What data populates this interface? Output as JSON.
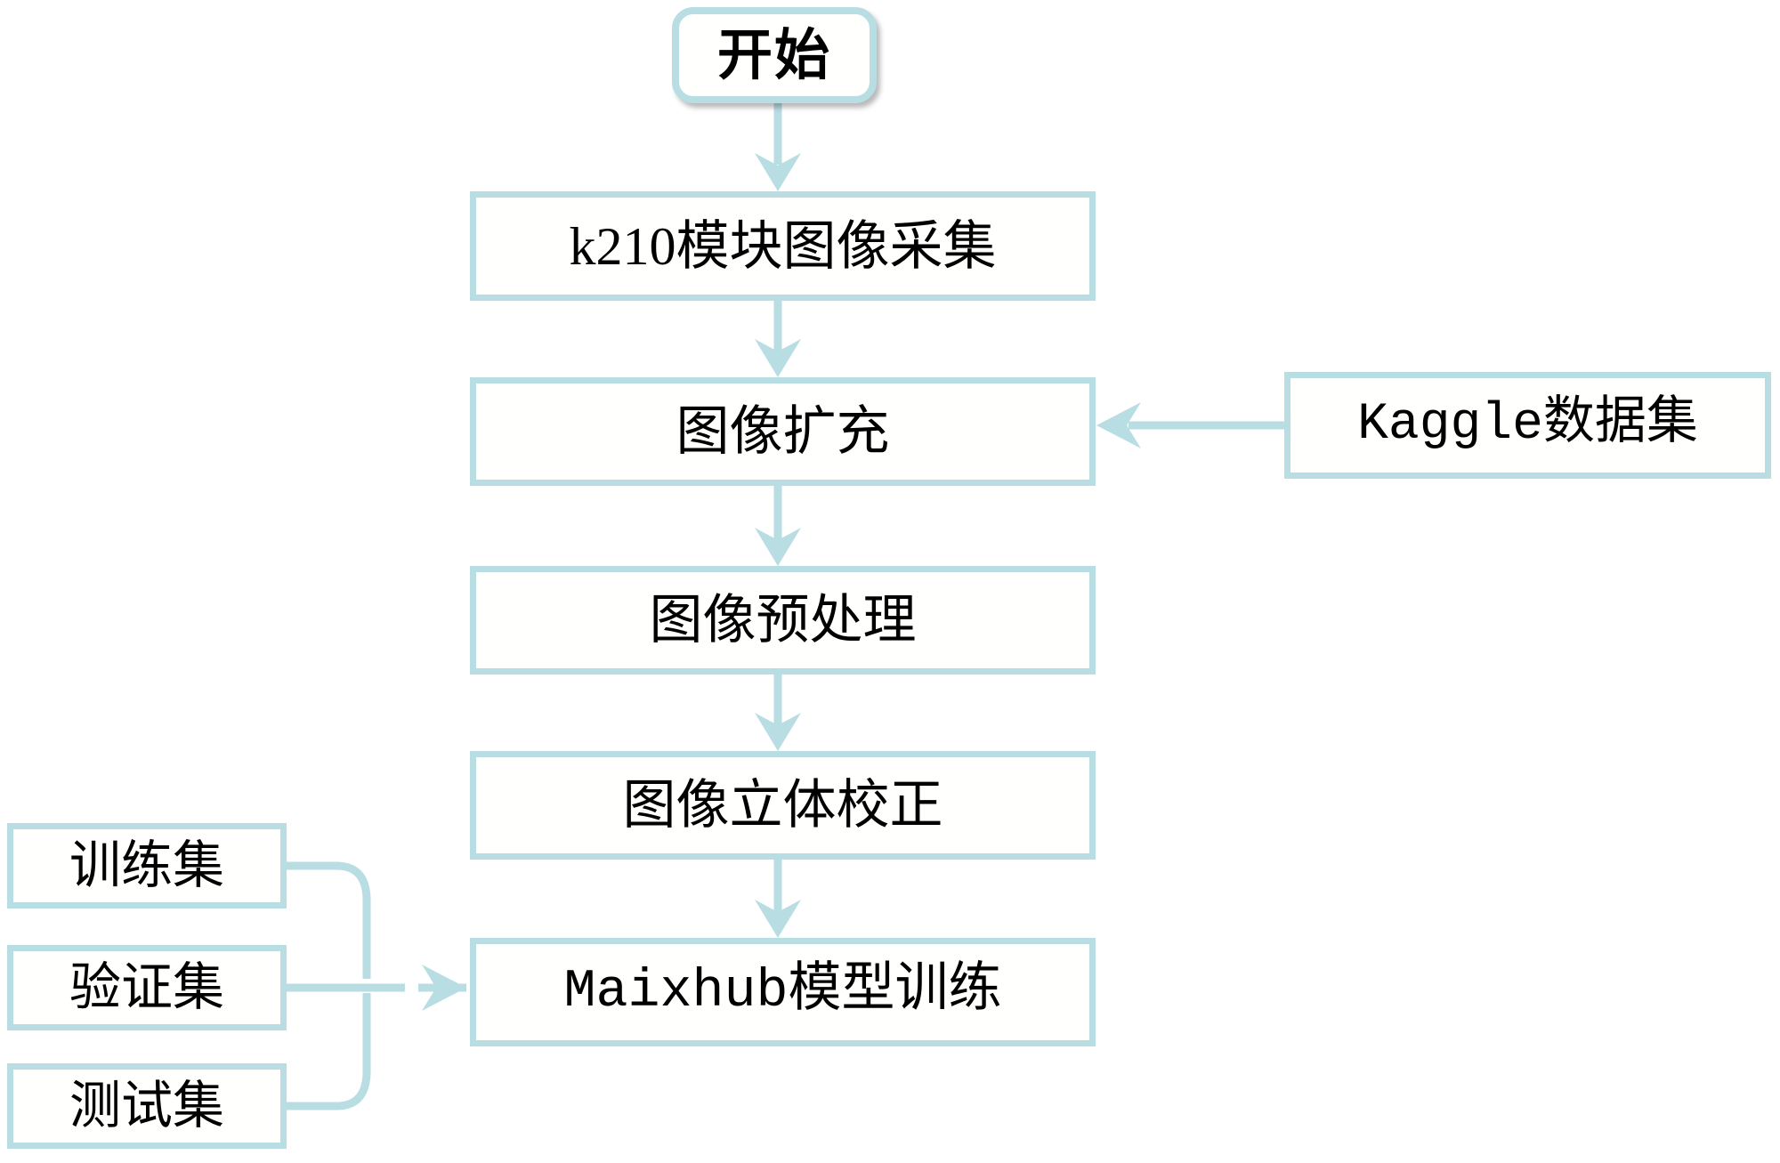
{
  "diagram": {
    "title": "k210 image acquisition and model training flowchart",
    "accent_color": "#b8dde3",
    "text_color": "#000000",
    "background_color": "#ffffff"
  },
  "nodes": {
    "start": {
      "label": "开始",
      "shape": "terminator"
    },
    "acquire": {
      "label": "k210模块图像采集",
      "shape": "process"
    },
    "augment": {
      "label": "图像扩充",
      "shape": "process"
    },
    "kaggle": {
      "label": "Kaggle数据集",
      "shape": "process"
    },
    "preprocess": {
      "label": "图像预处理",
      "shape": "process"
    },
    "rectify": {
      "label": "图像立体校正",
      "shape": "process"
    },
    "train": {
      "label": "Maixhub模型训练",
      "shape": "process"
    },
    "trainset": {
      "label": "训练集",
      "shape": "process"
    },
    "valset": {
      "label": "验证集",
      "shape": "process"
    },
    "testset": {
      "label": "测试集",
      "shape": "process"
    }
  },
  "edges": [
    {
      "name": "start-to-acquire",
      "from": "start",
      "to": "acquire",
      "direction": "down"
    },
    {
      "name": "acquire-to-augment",
      "from": "acquire",
      "to": "augment",
      "direction": "down"
    },
    {
      "name": "kaggle-to-augment",
      "from": "kaggle",
      "to": "augment",
      "direction": "left"
    },
    {
      "name": "augment-to-preprocess",
      "from": "augment",
      "to": "preprocess",
      "direction": "down"
    },
    {
      "name": "preprocess-to-rectify",
      "from": "preprocess",
      "to": "rectify",
      "direction": "down"
    },
    {
      "name": "rectify-to-train",
      "from": "rectify",
      "to": "train",
      "direction": "down"
    },
    {
      "name": "trainset-to-train",
      "from": "trainset",
      "to": "train",
      "direction": "right"
    },
    {
      "name": "valset-to-train",
      "from": "valset",
      "to": "train",
      "direction": "right"
    },
    {
      "name": "testset-to-train",
      "from": "testset",
      "to": "train",
      "direction": "right"
    }
  ]
}
